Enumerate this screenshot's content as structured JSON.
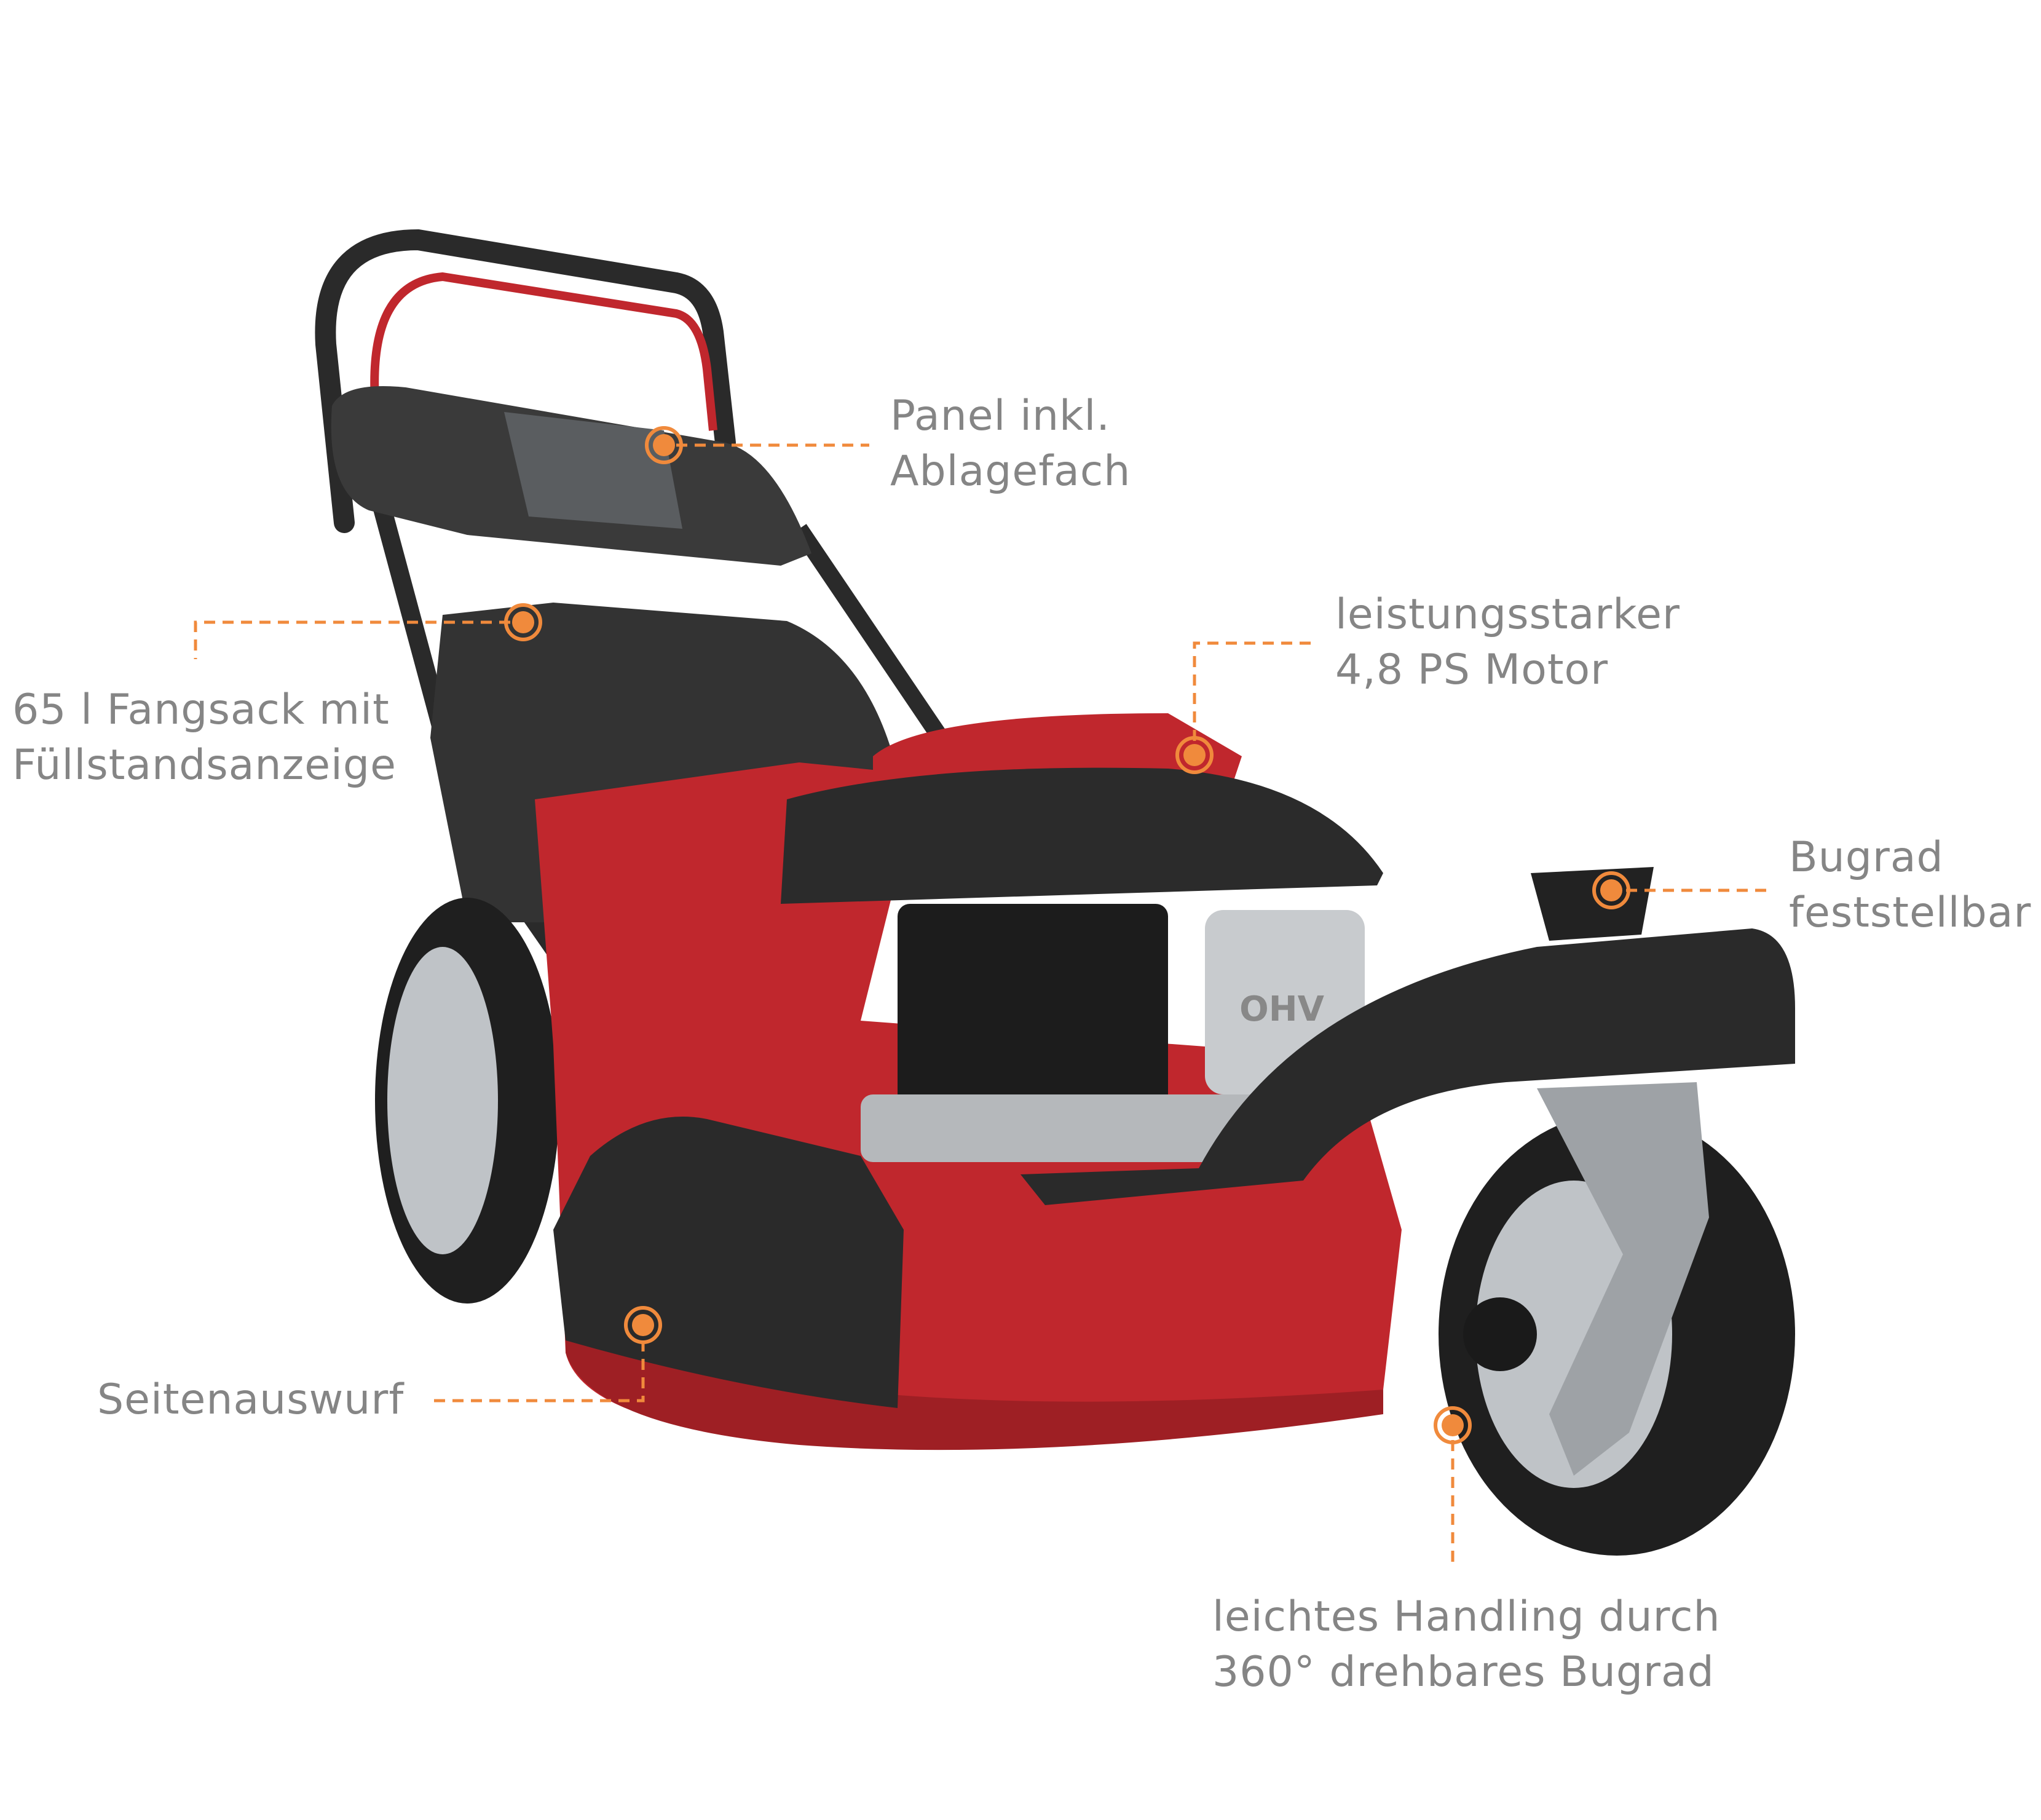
{
  "colors": {
    "accent": "#f08a3c",
    "text": "#858585",
    "mower_red": "#c0272d",
    "mower_black": "#2a2a2a"
  },
  "callouts": [
    {
      "id": "panel",
      "lines": [
        "Panel inkl.",
        "Ablagefach"
      ]
    },
    {
      "id": "motor",
      "lines": [
        "leistungsstarker",
        "4,8 PS Motor"
      ]
    },
    {
      "id": "bugrad",
      "lines": [
        "Bugrad",
        "feststellbar"
      ]
    },
    {
      "id": "fangsack",
      "lines": [
        "65 l Fangsack mit",
        "Füllstandsanzeige"
      ]
    },
    {
      "id": "seitenauswurf",
      "lines": [
        "Seitenauswurf"
      ]
    },
    {
      "id": "handling",
      "lines": [
        "leichtes Handling durch",
        "360° drehbares Bugrad"
      ]
    }
  ],
  "engine_badge": "OHV"
}
